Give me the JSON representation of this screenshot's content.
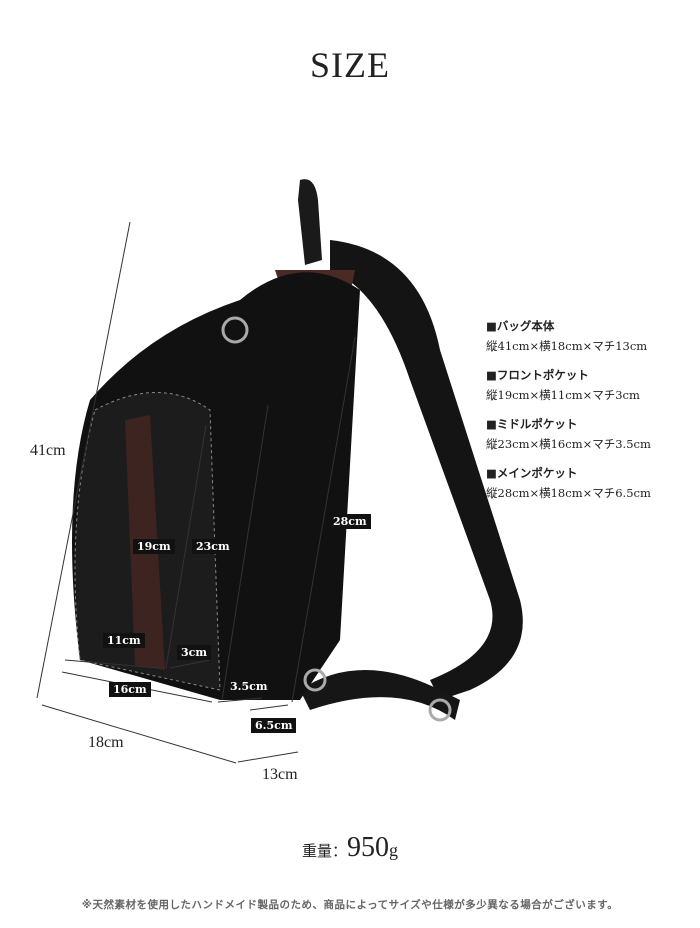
{
  "title": "SIZE",
  "dimensions": {
    "height": "41cm",
    "width": "18cm",
    "depth": "13cm"
  },
  "tags": {
    "front_h": "19cm",
    "middle_h": "23cm",
    "main_h": "28cm",
    "front_w": "11cm",
    "front_d": "3cm",
    "middle_w": "16cm",
    "middle_d": "3.5cm",
    "main_d": "6.5cm"
  },
  "specs": [
    {
      "heading": "■バッグ本体",
      "value": "縦41cm×横18cm×マチ13cm"
    },
    {
      "heading": "■フロントポケット",
      "value": "縦19cm×横11cm×マチ3cm"
    },
    {
      "heading": "■ミドルポケット",
      "value": "縦23cm×横16cm×マチ3.5cm"
    },
    {
      "heading": "■メインポケット",
      "value": "縦28cm×横18cm×マチ6.5cm"
    }
  ],
  "weight": {
    "label": "重量：",
    "value": "950",
    "unit": "g"
  },
  "note": "※天然素材を使用したハンドメイド製品のため、商品によってサイズや仕様が多少異なる場合がございます。"
}
